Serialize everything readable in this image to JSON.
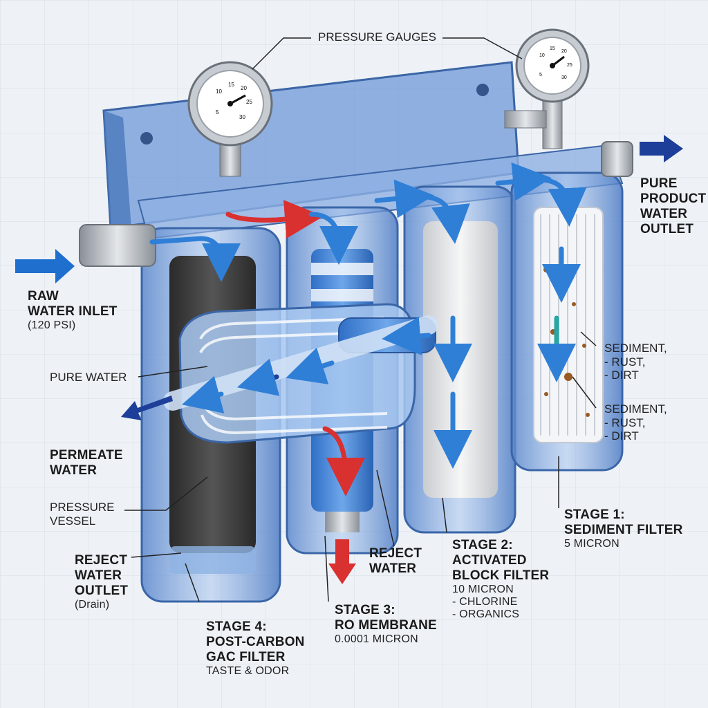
{
  "labels": {
    "pressure_gauges": "PRESSURE GAUGES",
    "raw_inlet": {
      "line1": "RAW",
      "line2": "WATER INLET",
      "sub": "(120 PSI)"
    },
    "pure_product": {
      "line1": "PURE",
      "line2": "PRODUCT",
      "line3": "WATER",
      "line4": "OUTLET"
    },
    "pure_water": "PURE WATER",
    "permeate": {
      "line1": "PERMEATE",
      "line2": "WATER"
    },
    "pressure_vessel": {
      "line1": "PRESSURE",
      "line2": "VESSEL"
    },
    "reject_outlet": {
      "line1": "REJECT",
      "line2": "WATER",
      "line3": "OUTLET",
      "sub": "(Drain)"
    },
    "reject_water": {
      "line1": "REJECT",
      "line2": "WATER"
    },
    "sediment_a": {
      "line1": "SEDIMENT,",
      "line2": "- RUST,",
      "line3": "- DIRT"
    },
    "sediment_b": {
      "line1": "SEDIMENT,",
      "line2": "- RUST,",
      "line3": "- DIRT"
    },
    "stage1": {
      "line1": "STAGE 1:",
      "line2": "SEDIMENT FILTER",
      "sub": "5 MICRON"
    },
    "stage2": {
      "line1": "STAGE 2:",
      "line2": "ACTIVATED",
      "line3": "BLOCK FILTER",
      "sub1": "10 MICRON",
      "sub2": "- CHLORINE",
      "sub3": "- ORGANICS"
    },
    "stage3": {
      "line1": "STAGE 3:",
      "line2": "RO MEMBRANE",
      "sub": "0.0001 MICRON"
    },
    "stage4": {
      "line1": "STAGE 4:",
      "line2": "POST-CARBON",
      "line3": "GAC FILTER",
      "sub": "TASTE & ODOR"
    }
  },
  "gauges": {
    "left_ticks": [
      "5",
      "10",
      "15",
      "20",
      "25",
      "30"
    ],
    "right_ticks": [
      "5",
      "10",
      "15",
      "20",
      "25",
      "30"
    ]
  },
  "colors": {
    "housing": "#7fa7e0",
    "housing_dark": "#3f6fb5",
    "flow_blue": "#2f7fd6",
    "flow_red": "#d93030",
    "arrow_navy": "#1d3f9a",
    "carbon": "#3b3b3b",
    "metal": "#b9bec4"
  }
}
